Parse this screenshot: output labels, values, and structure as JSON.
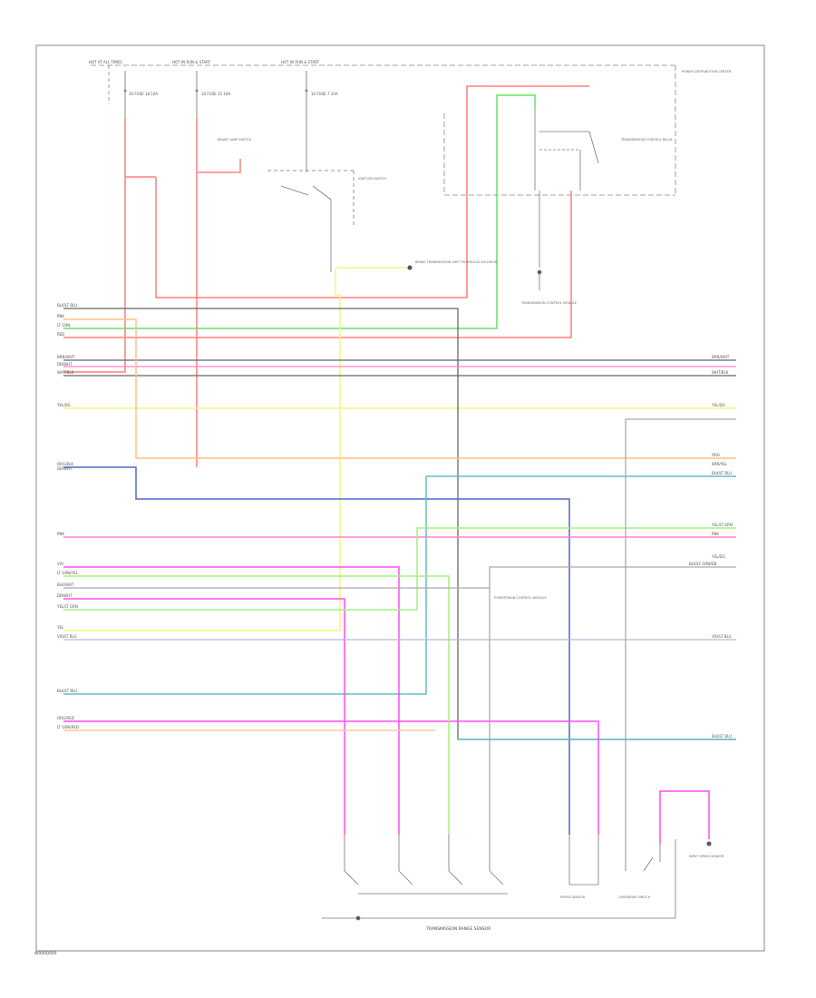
{
  "diagram": {
    "ref_number": "W0000000",
    "fuse_labels": [
      "HOT AT ALL TIMES",
      "HOT IN RUN & START",
      "HOT IN RUN & START"
    ],
    "fuse_ids": [
      "10 FUSE 18 10A",
      "10 FUSE 15 10A",
      "10 FUSE 7 10A"
    ],
    "pdc_label": "POWER DISTRIBUTION CENTER",
    "relay_label": "TRANSMISSION CONTROL RELAY",
    "switch_label": "IGNITION SWITCH",
    "interlock_label": "BRAKE TRANSMISSION SHIFT INTERLOCK SOLENOID",
    "brake_switch_label": "BRAKE LAMP SWITCH",
    "pcm_label": "POWERTRAIN CONTROL MODULE",
    "tcm_label": "TRANSMISSION CONTROL MODULE",
    "sensor_label": "TRANSMISSION RANGE SENSOR",
    "bottom_labels": [
      "TRANSMISSION RANGE SENSOR",
      "SPEED SENSOR",
      "OVERDRIVE SWITCH",
      "INPUT SPEED SENSOR"
    ],
    "wire_colors_left": [
      "BLK/LT BLU",
      "PNK",
      "LT GRN",
      "RED",
      "BRN/WHT",
      "DB/WHT",
      "WHT/BLK",
      "YEL/DG",
      "ORG/BLK",
      "DB/WHT",
      "PNK",
      "VIO",
      "LT GRN/YEL",
      "BLK/WHT",
      "DB/WHT",
      "YEL/LT GRN",
      "YEL",
      "VIO/LT BLU",
      "BLK/LT BLU",
      "ORG/RED",
      "LT GRN/RED"
    ],
    "wire_colors_right": [
      "BRN/WHT",
      "WHT/BLK",
      "YEL/DG",
      "ORG",
      "BRN/YEL",
      "BLK/LT BLU",
      "YEL/LT GRN",
      "PNK",
      "YEL/DG",
      "BLK/LT GRN/DB",
      "VIO/LT BLU",
      "BLK/LT BLU"
    ]
  },
  "colors": {
    "red": "#ff7f7f",
    "pink": "#ff80c8",
    "magenta": "#ff4df2",
    "green": "#66e066",
    "lightgreen": "#a6f07a",
    "yellow": "#f5f57a",
    "orange": "#ffc080",
    "blue": "#5566cc",
    "teal": "#60c0c0",
    "gray": "#aaaaaa",
    "dark": "#555555",
    "brown": "#a07070"
  }
}
